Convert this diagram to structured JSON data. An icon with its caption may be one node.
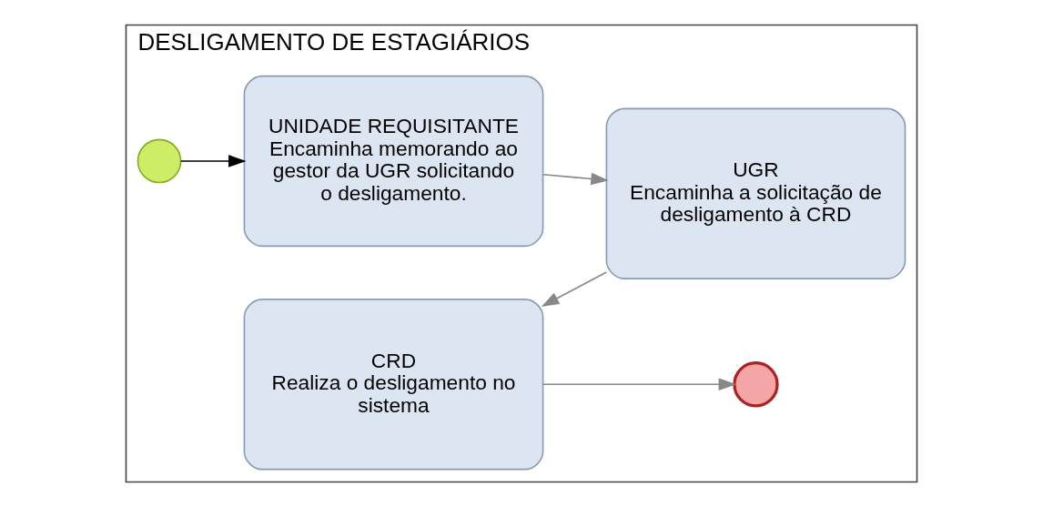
{
  "diagram": {
    "nodes": [
      {
        "text": [
          "DESLIGAMENTO DE ESTAGIÁRIOS"
        ]
      },
      {
        "text": [],
        "shape": "circle",
        "in": 0
      },
      {
        "text": [
          "UNIDADE REQUISITANTE",
          "Encaminha memorando ao gestor da UGR solicitando o desligamento."
        ],
        "in": 0
      },
      {
        "text": [
          "UGR",
          "Encaminha a solicitação de desligamento à CRD"
        ],
        "in": 0
      },
      {
        "text": [
          "CRD",
          "Realiza o desligamento no sistema"
        ],
        "in": 0
      },
      {
        "text": [],
        "shape": "circle",
        "in": 0
      }
    ],
    "edges": [
      {
        "from": 1,
        "to": 2,
        "arrow": "to",
        "color": "#000000"
      },
      {
        "from": 2,
        "to": 3,
        "arrow": "to"
      },
      {
        "from": 3,
        "to": 4,
        "arrow": "to"
      },
      {
        "from": 4,
        "to": 5,
        "arrow": "to"
      }
    ]
  }
}
